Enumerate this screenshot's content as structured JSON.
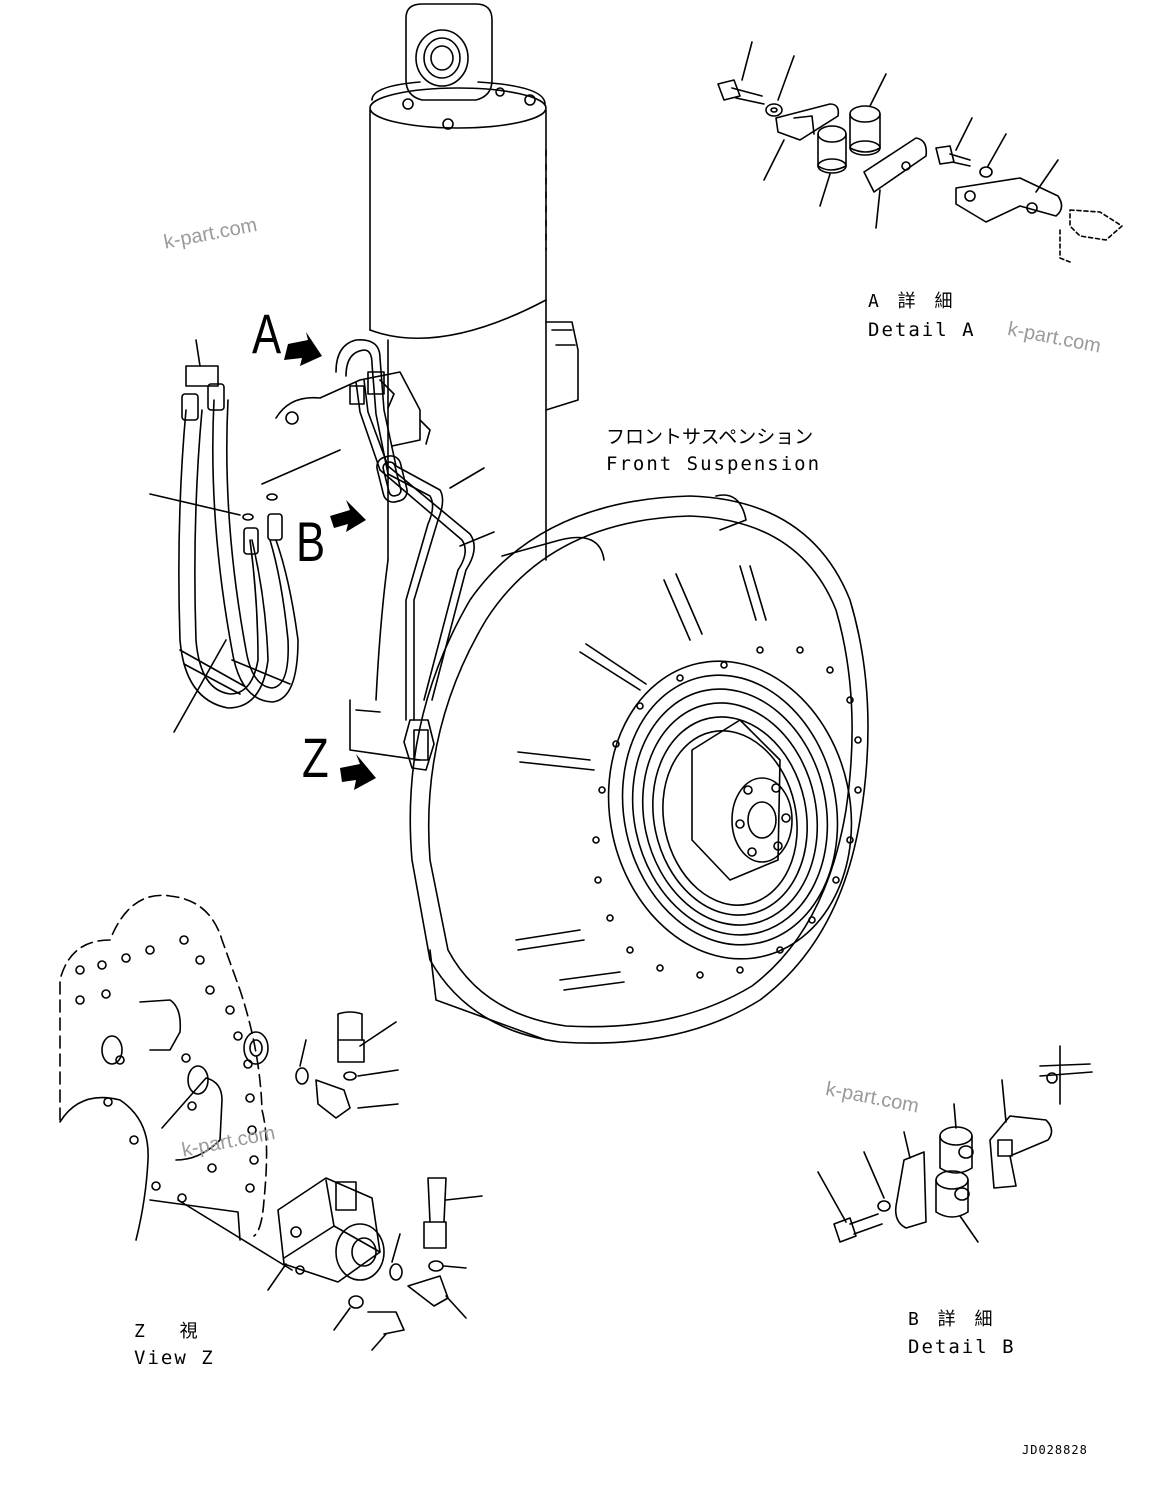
{
  "watermark": "k-part.com",
  "callouts": {
    "a": "A",
    "b": "B",
    "z": "Z"
  },
  "front_suspension": {
    "jp": "フロントサスペンション",
    "en": "Front Suspension"
  },
  "detail_a": {
    "jp": "A 詳 細",
    "en": "Detail A"
  },
  "detail_b": {
    "jp": "B 詳 細",
    "en": "Detail B"
  },
  "view_z": {
    "jp": "Z 視",
    "en": "View Z"
  },
  "drawing_code": "JD028828"
}
